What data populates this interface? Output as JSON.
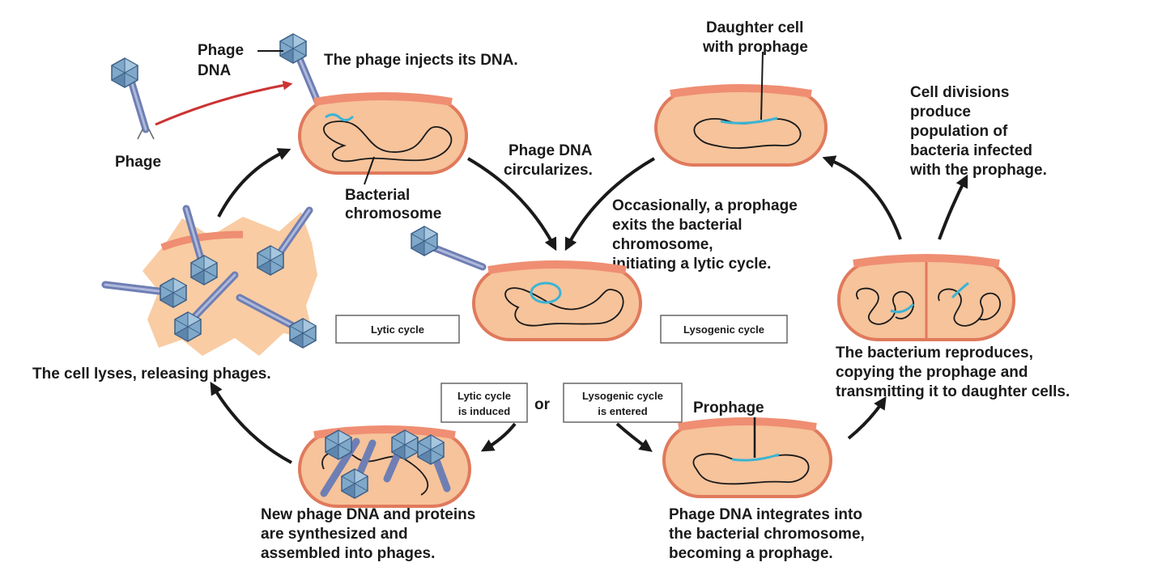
{
  "labels": {
    "phage": "Phage",
    "phage_dna_line1": "Phage",
    "phage_dna_line2": "DNA",
    "injects": "The phage injects its DNA.",
    "bacterial_chrom_line1": "Bacterial",
    "bacterial_chrom_line2": "chromosome",
    "circularizes_line1": "Phage DNA",
    "circularizes_line2": "circularizes.",
    "daughter_line1": "Daughter cell",
    "daughter_line2": "with prophage",
    "divisions_line1": "Cell divisions",
    "divisions_line2": "produce",
    "divisions_line3": "population of",
    "divisions_line4": "bacteria infected",
    "divisions_line5": "with the prophage.",
    "exits_line1": "Occasionally, a prophage",
    "exits_line2": "exits the bacterial",
    "exits_line3": "chromosome,",
    "exits_line4": "initiating a lytic cycle.",
    "lyses": "The cell lyses, releasing phages.",
    "reproduces_line1": "The bacterium reproduces,",
    "reproduces_line2": "copying the prophage and",
    "reproduces_line3": "transmitting it to daughter cells.",
    "prophage": "Prophage",
    "synth_line1": "New phage DNA and proteins",
    "synth_line2": "are synthesized and",
    "synth_line3": "assembled into phages.",
    "integrates_line1": "Phage DNA integrates into",
    "integrates_line2": "the bacterial chromosome,",
    "integrates_line3": "becoming a prophage.",
    "or": "or"
  },
  "boxes": {
    "lytic_cycle": "Lytic cycle",
    "lysogenic_cycle": "Lysogenic cycle",
    "lytic_induced_line1": "Lytic cycle",
    "lytic_induced_line2": "is induced",
    "lysogenic_entered_line1": "Lysogenic cycle",
    "lysogenic_entered_line2": "is entered"
  },
  "colors": {
    "cell_fill": "#f6c39b",
    "cell_outline": "#e07a5c",
    "phage_dna": "#3ab4d4",
    "injection_arrow": "#cc3333"
  }
}
